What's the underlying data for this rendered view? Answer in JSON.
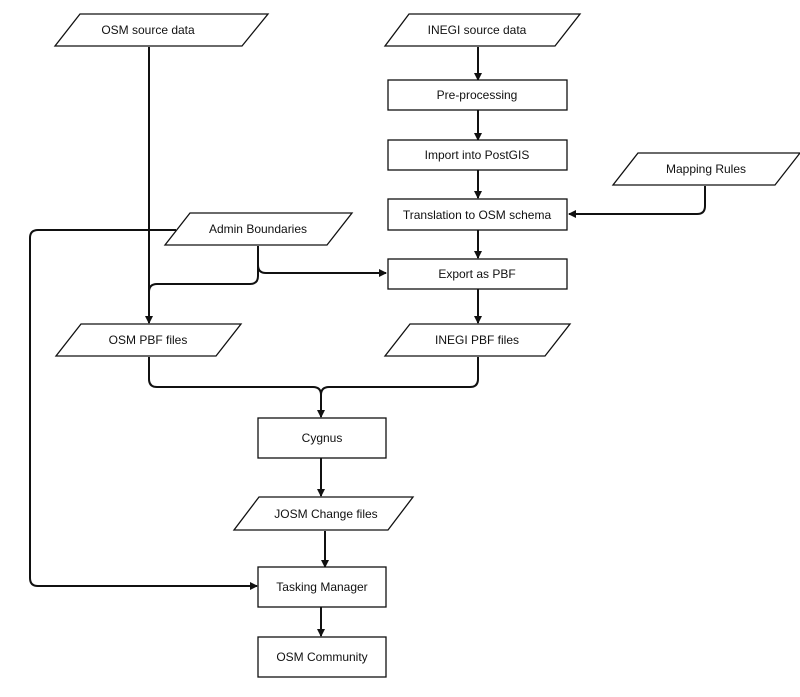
{
  "nodes": {
    "osm_source": {
      "label": "OSM source data",
      "shape": "data"
    },
    "inegi_source": {
      "label": "INEGI source data",
      "shape": "data"
    },
    "preprocessing": {
      "label": "Pre-processing",
      "shape": "process"
    },
    "import_postgis": {
      "label": "Import into PostGIS",
      "shape": "process"
    },
    "mapping_rules": {
      "label": "Mapping Rules",
      "shape": "data"
    },
    "translation": {
      "label": "Translation to OSM schema",
      "shape": "process"
    },
    "admin_boundaries": {
      "label": "Admin Boundaries",
      "shape": "data"
    },
    "export_pbf": {
      "label": "Export as PBF",
      "shape": "process"
    },
    "osm_pbf": {
      "label": "OSM PBF files",
      "shape": "data"
    },
    "inegi_pbf": {
      "label": "INEGI PBF files",
      "shape": "data"
    },
    "cygnus": {
      "label": "Cygnus",
      "shape": "process"
    },
    "josm_change": {
      "label": "JOSM Change files",
      "shape": "data"
    },
    "tasking_manager": {
      "label": "Tasking Manager",
      "shape": "process"
    },
    "osm_community": {
      "label": "OSM Community",
      "shape": "process"
    }
  },
  "edges": [
    {
      "from": "inegi_source",
      "to": "preprocessing"
    },
    {
      "from": "preprocessing",
      "to": "import_postgis"
    },
    {
      "from": "import_postgis",
      "to": "translation"
    },
    {
      "from": "mapping_rules",
      "to": "translation"
    },
    {
      "from": "translation",
      "to": "export_pbf"
    },
    {
      "from": "admin_boundaries",
      "to": "export_pbf"
    },
    {
      "from": "osm_source",
      "to": "osm_pbf"
    },
    {
      "from": "admin_boundaries",
      "to": "osm_pbf"
    },
    {
      "from": "export_pbf",
      "to": "inegi_pbf"
    },
    {
      "from": "osm_pbf",
      "to": "cygnus"
    },
    {
      "from": "inegi_pbf",
      "to": "cygnus"
    },
    {
      "from": "cygnus",
      "to": "josm_change"
    },
    {
      "from": "josm_change",
      "to": "tasking_manager"
    },
    {
      "from": "admin_boundaries",
      "to": "tasking_manager"
    },
    {
      "from": "tasking_manager",
      "to": "osm_community"
    }
  ]
}
